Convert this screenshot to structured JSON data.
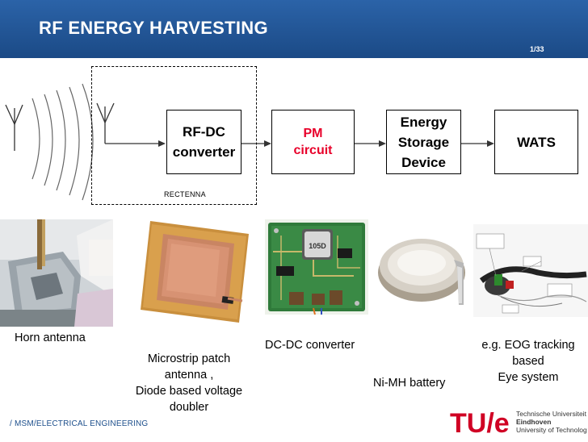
{
  "header": {
    "title": "RF ENERGY HARVESTING",
    "slide_number": "1/33"
  },
  "diagram": {
    "rf_dc": "RF-DC\nconverter",
    "pm": "PM\ncircuit",
    "storage": "Energy\nStorage\nDevice",
    "wats": "WATS",
    "rectenna_label": "RECTENNA",
    "pm_color": "#e8002a"
  },
  "captions": {
    "horn": "Horn antenna",
    "patch": "Microstrip patch\nantenna ,\nDiode based voltage\ndoubler",
    "dcdc": "DC-DC converter",
    "battery": "Ni-MH  battery",
    "eog": "e.g. EOG tracking\nbased\nEye system"
  },
  "photo_labels": {
    "chip": "105D"
  },
  "footer": {
    "org": "/ MSM/ELECTRICAL ENGINEERING",
    "logo_mark": "TU/e",
    "logo_line1": "Technische Universiteit",
    "logo_line2": "Eindhoven",
    "logo_line3": "University of Technology"
  },
  "colors": {
    "header_blue": "#1d4f8c",
    "tue_red": "#d00024"
  }
}
